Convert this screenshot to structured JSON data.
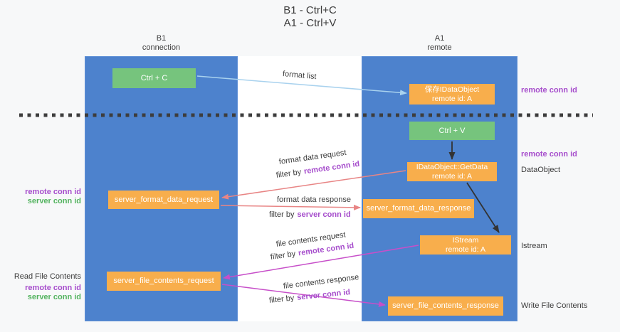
{
  "title": {
    "line1": "B1 - Ctrl+C",
    "line2": "A1 - Ctrl+V"
  },
  "lanes": {
    "left": {
      "title": "B1",
      "subtitle": "connection"
    },
    "right": {
      "title": "A1",
      "subtitle": "remote"
    }
  },
  "nodes": {
    "ctrl_c": {
      "label": "Ctrl + C"
    },
    "ctrl_v": {
      "label": "Ctrl + V"
    },
    "save_idataobject": {
      "line1": "保存IDataObject",
      "line2": "remote id: A"
    },
    "idataobject_getdata": {
      "line1": "IDataObject::GetData",
      "line2": "remote id: A"
    },
    "istream": {
      "line1": "IStream",
      "line2": "remote id: A"
    },
    "server_format_data_request": {
      "label": "server_format_data_request"
    },
    "server_format_data_response": {
      "label": "server_format_data_response"
    },
    "server_file_contents_request": {
      "label": "server_file_contents_request"
    },
    "server_file_contents_response": {
      "label": "server_file_contents_response"
    }
  },
  "flow_labels": {
    "format_list": "format list",
    "format_data_request": "format data request",
    "format_data_response": "format data response",
    "file_contents_request": "file contents request",
    "file_contents_response": "file contents response",
    "filter_by": "filter by",
    "remote_conn_id": "remote conn id",
    "server_conn_id": "server conn id"
  },
  "side_labels": {
    "left": {
      "remote_conn_id": "remote conn id",
      "server_conn_id": "server conn id",
      "read_file_contents": "Read File Contents"
    },
    "right": {
      "remote_conn_id_top": "remote conn id",
      "remote_conn_id_mid": "remote conn id",
      "dataobject": "DataObject",
      "istream": "Istream",
      "write_file_contents": "Write File Contents"
    }
  },
  "colors": {
    "lane_blue": "#4d82cd",
    "node_orange": "#f8ae4c",
    "node_green": "#76c47d",
    "label_purple": "#a64dcc",
    "label_green": "#53b35f",
    "arrow_light_blue": "#a9d2ee",
    "arrow_red": "#e88585",
    "arrow_magenta": "#c74fc9",
    "arrow_black": "#333333",
    "dashed_divider": "#3d3d3d"
  }
}
